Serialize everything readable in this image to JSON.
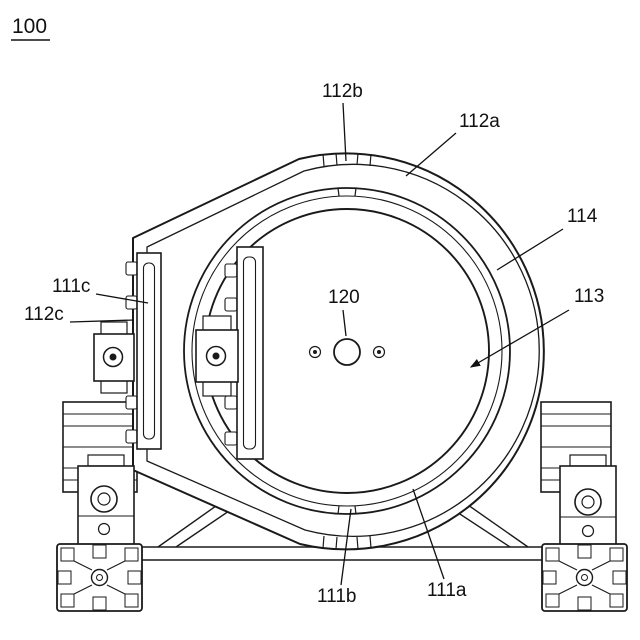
{
  "figure": {
    "title_label": "100",
    "part_labels": [
      {
        "id": "label-112b",
        "text": "112b"
      },
      {
        "id": "label-112a",
        "text": "112a"
      },
      {
        "id": "label-114",
        "text": "114"
      },
      {
        "id": "label-113",
        "text": "113"
      },
      {
        "id": "label-120",
        "text": "120"
      },
      {
        "id": "label-111c",
        "text": "111c"
      },
      {
        "id": "label-112c",
        "text": "112c"
      },
      {
        "id": "label-111b",
        "text": "111b"
      },
      {
        "id": "label-111a",
        "text": "111a"
      }
    ],
    "colors": {
      "line": "#1a1a1a",
      "background": "#ffffff"
    }
  }
}
